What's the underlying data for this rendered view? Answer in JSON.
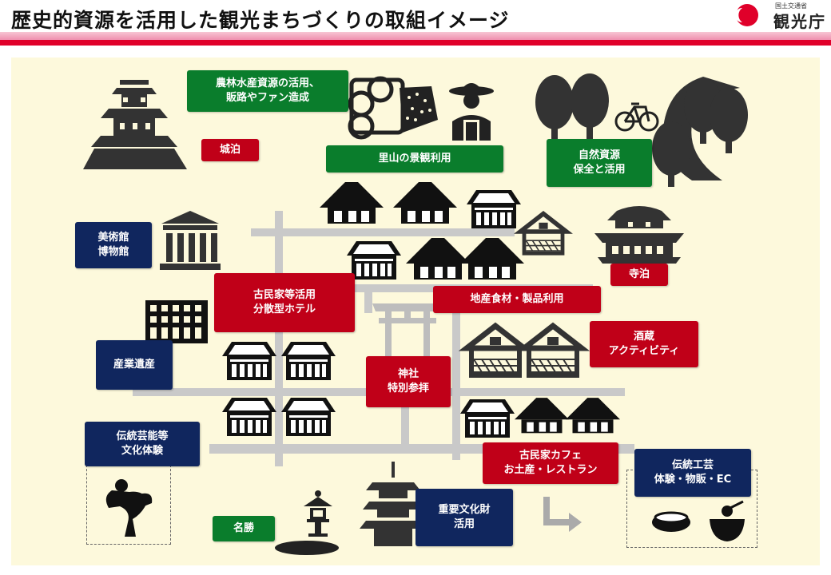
{
  "header": {
    "title": "歴史的資源を活用した観光まちづくりの取組イメージ",
    "logo_small": "国土交通省",
    "logo_name": "観光庁"
  },
  "colors": {
    "green": "#0a7d2c",
    "red": "#c00018",
    "navy": "#10265e",
    "band_red": "#e0002a",
    "panel": "#fdf9dc"
  },
  "labels": {
    "agri": "農林水産資源の活用、\n販路やファン造成",
    "satoyama": "里山の景観利用",
    "nature": "自然資源\n保全と活用",
    "castle": "城泊",
    "museum": "美術館\n博物館",
    "temple": "寺泊",
    "kominka_hotel": "古民家等活用\n分散型ホテル",
    "local_food": "地産食材・製品利用",
    "sakagura": "酒蔵\nアクティビティ",
    "industrial": "産業遺産",
    "shrine": "神社\n特別参拝",
    "traditional_arts": "伝統芸能等\n文化体験",
    "cafe": "古民家カフェ\nお土産・レストラン",
    "crafts": "伝統工芸\n体験・物販・EC",
    "scenic": "名勝",
    "cultural_property": "重要文化財\n活用"
  },
  "icons": [
    "castle-icon",
    "rice-bundle-icon",
    "farmer-icon",
    "forest-icon",
    "bicycle-icon",
    "road-icon",
    "museum-building-icon",
    "farmhouse-icon",
    "kura-storehouse-icon",
    "temple-icon",
    "factory-building-icon",
    "torii-gate-icon",
    "noh-performer-icon",
    "stone-lantern-icon",
    "pagoda-icon",
    "arrow-icon",
    "lacquer-bowl-icon",
    "tea-bowl-icon"
  ]
}
